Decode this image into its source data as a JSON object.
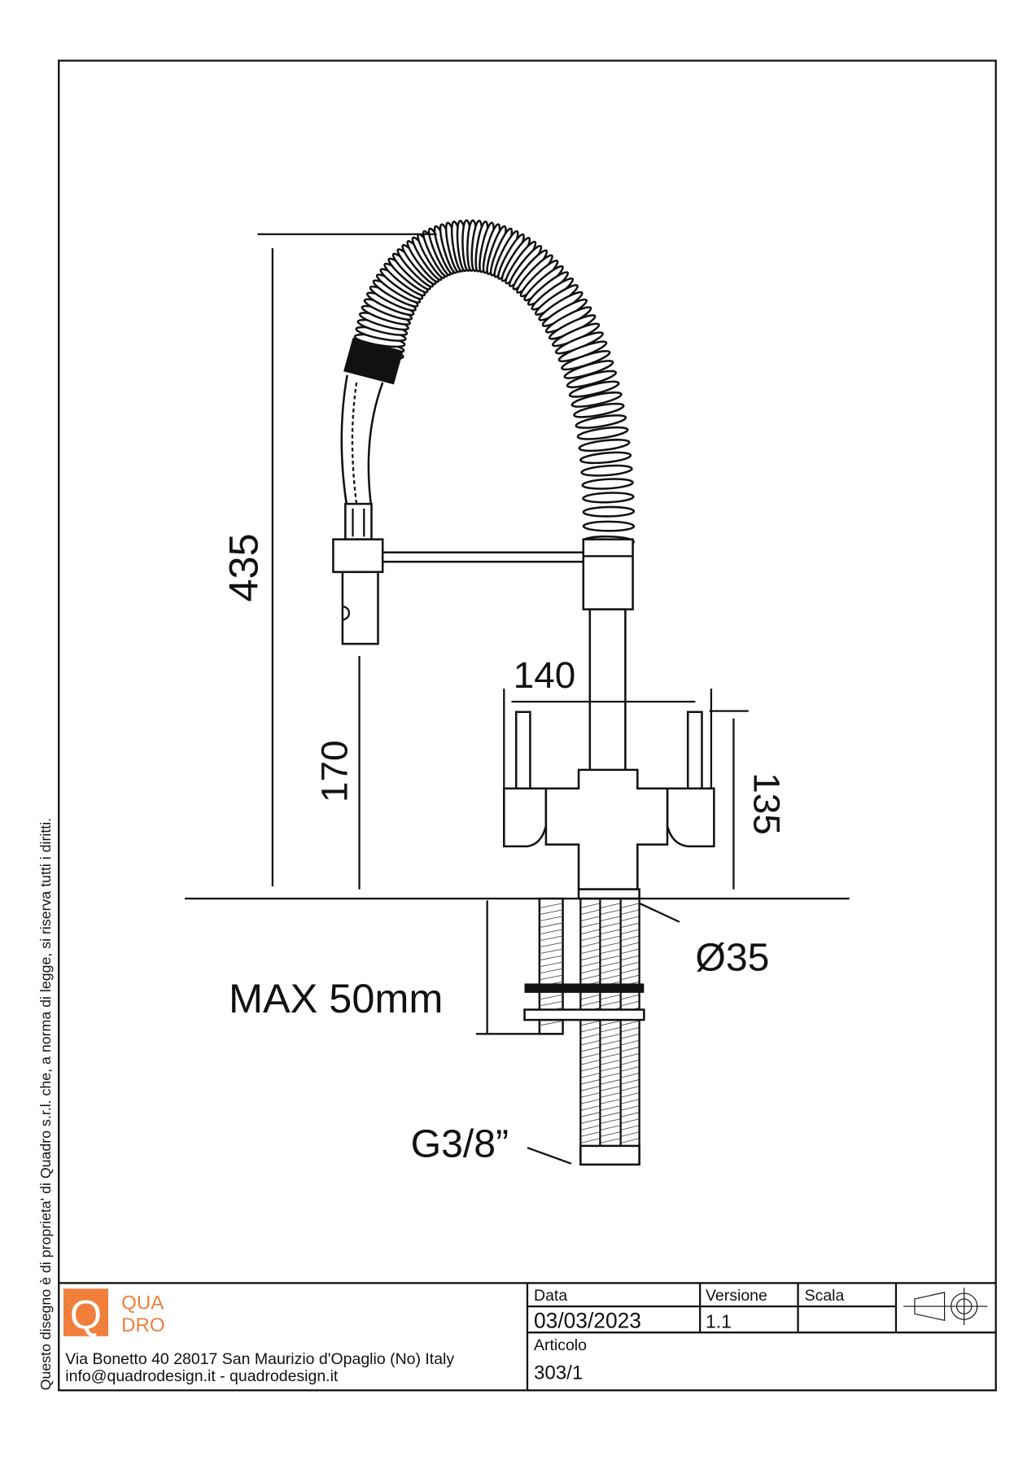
{
  "side_note": "Questo disegno è di proprieta' di Quadro s.r.l. che, a norma di legge, si riserva tutti i diritti.",
  "dimensions": {
    "total_height": "435",
    "spout_height": "170",
    "handle_span": "140",
    "handle_height": "135",
    "max_thickness": "MAX 50mm",
    "hole_diameter": "Ø35",
    "connection": "G3/8”"
  },
  "title_block": {
    "logo": {
      "mark": "Q",
      "line1": "QUA",
      "line2": "DRO",
      "color": "#f07f3c"
    },
    "address": "Via Bonetto 40  28017 San Maurizio d'Opaglio (No) Italy",
    "contacts": "info@quadrodesign.it  -  quadrodesign.it",
    "date_label": "Data",
    "date_value": "03/03/2023",
    "version_label": "Versione",
    "version_value": "1.1",
    "scale_label": "Scala",
    "scale_value": "",
    "article_label": "Articolo",
    "article_value": "303/1",
    "projection_symbol": "first-angle-projection-icon"
  }
}
